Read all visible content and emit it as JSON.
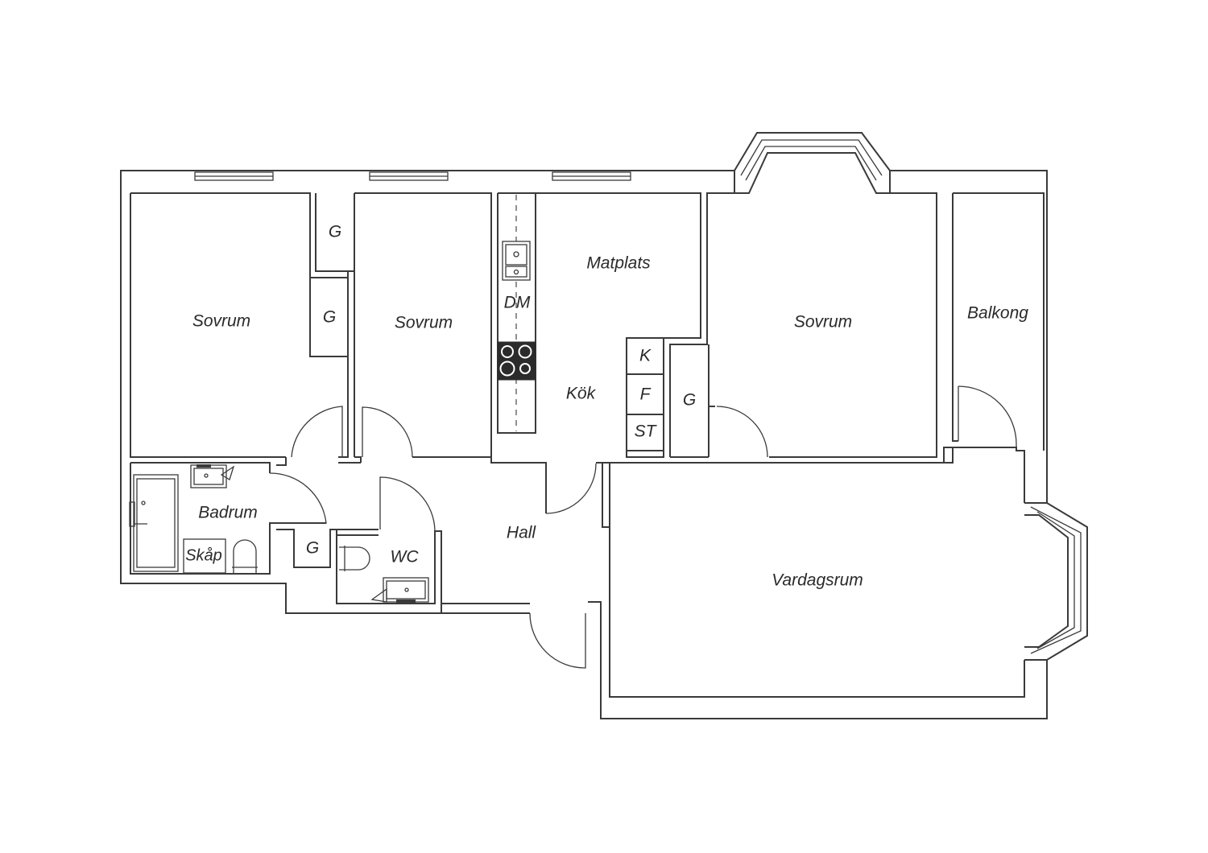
{
  "rooms": {
    "sovrum_1": "Sovrum",
    "sovrum_2": "Sovrum",
    "sovrum_3": "Sovrum",
    "matplats": "Matplats",
    "kok": "Kök",
    "dm": "DM",
    "balkong": "Balkong",
    "badrum": "Badrum",
    "skap": "Skåp",
    "wc": "WC",
    "hall": "Hall",
    "vardagsrum": "Vardagsrum"
  },
  "closets": {
    "g_1": "G",
    "g_2": "G",
    "g_3": "G",
    "g_4": "G"
  },
  "appliances": {
    "k": "K",
    "f": "F",
    "st": "ST"
  },
  "colors": {
    "line": "#3a3a3a",
    "stove": "#2b2b2b",
    "background": "#ffffff"
  }
}
